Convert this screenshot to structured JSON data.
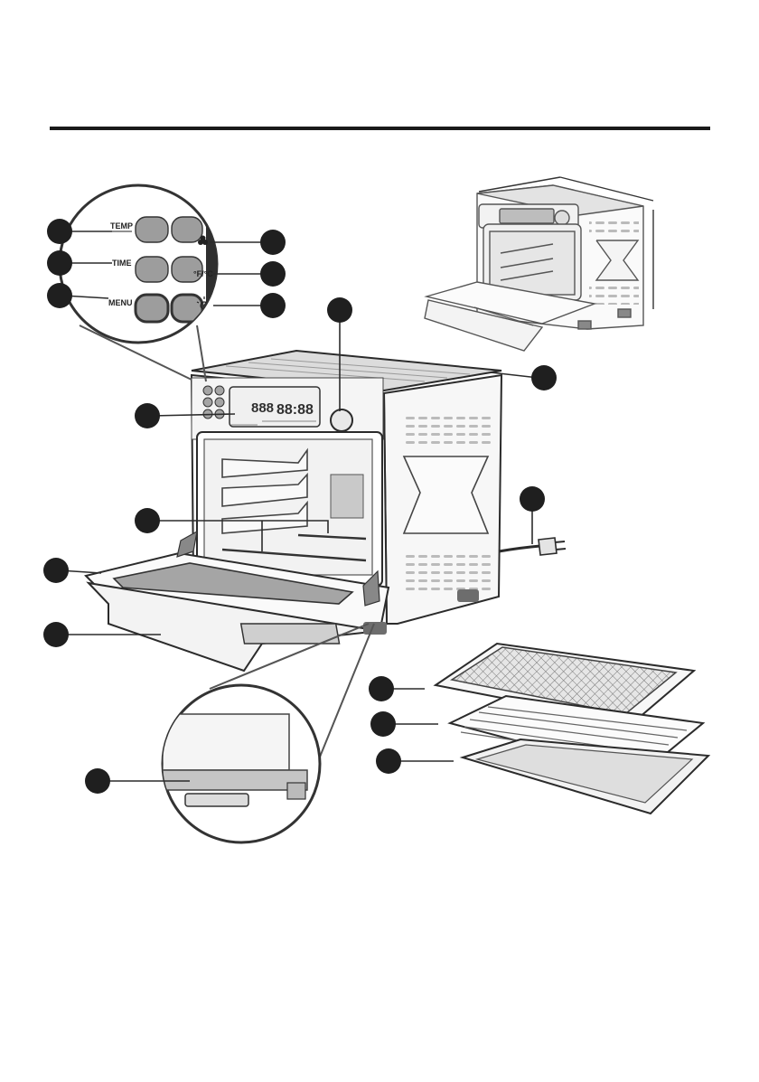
{
  "control_panel": {
    "temp_label": "TEMP",
    "time_label": "TIME",
    "menu_label": "MENU",
    "fahrenheit_celsius_label": "°F/°C",
    "display_temp": "888",
    "display_time": "88:88"
  },
  "colors": {
    "line": "#2b2b2b",
    "callout_marker": "#1f1f1f",
    "button_fill": "#9d9d9d",
    "glass_fill": "#a5a5a5",
    "display_fill": "#2f2f2f"
  },
  "icons": [
    "fan-icon",
    "light-bulb-icon",
    "power-plug-icon"
  ]
}
